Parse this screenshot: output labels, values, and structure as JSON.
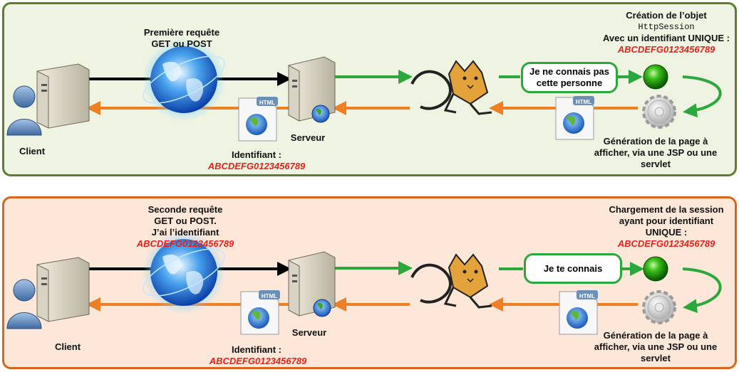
{
  "colors": {
    "green_arrow": "#2aa83c",
    "orange_arrow": "#ef7f22",
    "black_arrow": "#000000",
    "red_text": "#e3211b",
    "panel1_border": "#5d7d32",
    "panel2_border": "#d9651c"
  },
  "panels": [
    {
      "client_label": "Client",
      "request": [
        "Première requête",
        "GET ou POST"
      ],
      "request_id": "",
      "server_label": "Serveur",
      "id_label": "Identifiant :",
      "id_value": "ABCDEFG0123456789",
      "message": [
        "Je ne connais pas",
        "cette personne"
      ],
      "session_lines": [
        "Création de l’objet",
        "HttpSession",
        "Avec un identifiant UNIQUE :"
      ],
      "session_id": "ABCDEFG0123456789",
      "generation": [
        "Génération de la page à",
        "afficher, via une JSP ou une",
        "servlet"
      ],
      "html_badge": "HTML"
    },
    {
      "client_label": "Client",
      "request": [
        "Seconde requête",
        "GET ou POST.",
        "J’ai l’identifiant"
      ],
      "request_id": "ABCDEFG0123456789",
      "server_label": "Serveur",
      "id_label": "Identifiant :",
      "id_value": "ABCDEFG0123456789",
      "message": [
        "Je te connais"
      ],
      "session_lines": [
        "Chargement de la session",
        "ayant pour  identifiant",
        "UNIQUE :"
      ],
      "session_id": "ABCDEFG0123456789",
      "generation": [
        "Génération de la page à",
        "afficher, via une JSP ou une",
        "servlet"
      ],
      "html_badge": "HTML"
    }
  ]
}
